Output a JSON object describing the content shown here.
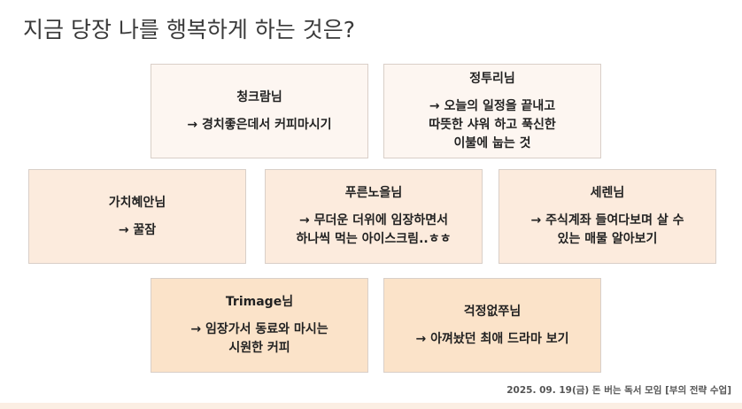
{
  "slide": {
    "title": "지금 당장 나를 행복하게 하는 것은?",
    "cards": [
      {
        "name": "청크람님",
        "message": "→ 경치좋은데서 커피마시기"
      },
      {
        "name": "정투리님",
        "message": "→ 오늘의 일정을 끝내고\n따뜻한 샤워 하고 푹신한\n이불에 눕는 것"
      },
      {
        "name": "가치혜안님",
        "message": "→ 꿀잠"
      },
      {
        "name": "푸른노을님",
        "message": "→ 무더운 더위에 임장하면서\n하나씩 먹는 아이스크림..ㅎㅎ"
      },
      {
        "name": "세렌님",
        "message": "→ 주식계좌 들여다보며 살 수\n있는 매물 알아보기"
      },
      {
        "name": "Trimage님",
        "message": "→ 임장가서 동료와 마시는\n시원한 커피"
      },
      {
        "name": "걱정없쭈님",
        "message": "→ 아껴놨던 최애 드라마 보기"
      }
    ],
    "footer": "2025. 09. 19(금) 돈 버는 독서 모임 [부의 전략 수업]"
  }
}
